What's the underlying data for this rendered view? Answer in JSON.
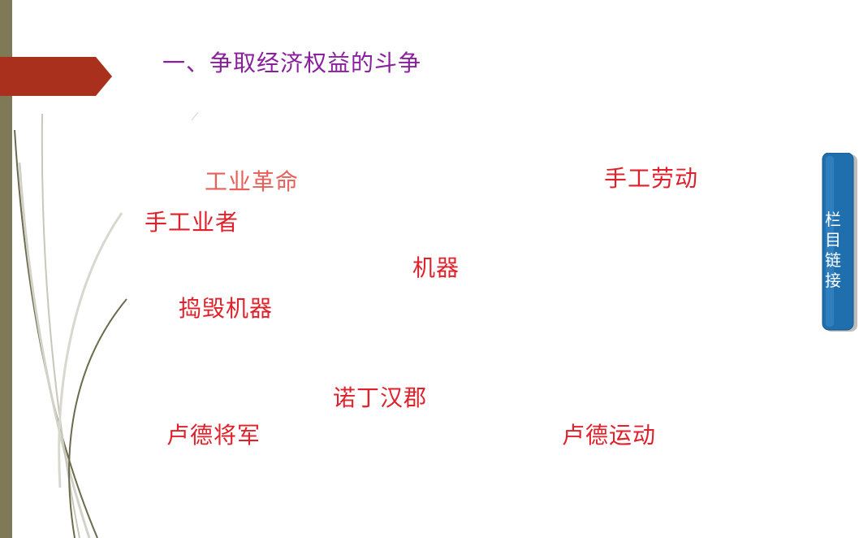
{
  "title": "一、争取经济权益的斗争",
  "keywords": {
    "industrial_revolution": "工业革命",
    "manual_labor": "手工劳动",
    "handicraftsmen": "手工业者",
    "machine": "机器",
    "smash_machines": "捣毁机器",
    "nottinghamshire": "诺丁汉郡",
    "general_ludd": "卢德将军",
    "luddite_movement": "卢德运动"
  },
  "side_link": {
    "label": "栏目链接"
  },
  "colors": {
    "title": "#8a1f9e",
    "keyword_red": "#e0202a",
    "keyword_pink": "#e8605a",
    "left_bar": "#7f7957",
    "banner_tab": "#a8301d",
    "side_link": "#1f6fae"
  }
}
